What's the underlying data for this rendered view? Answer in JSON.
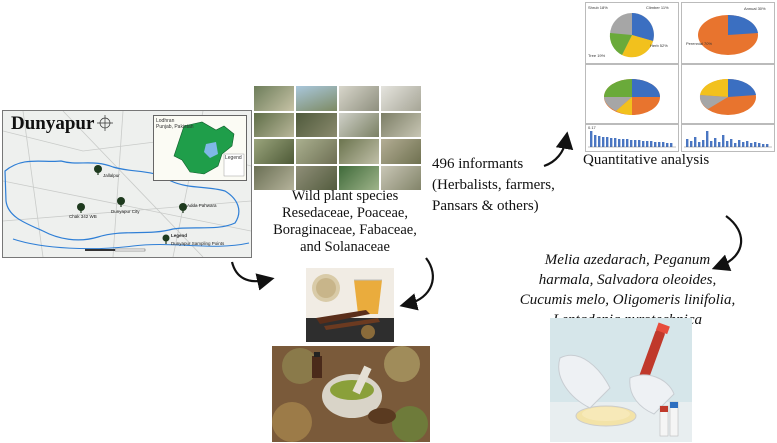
{
  "map": {
    "title": "Dunyapur",
    "inset_title": "Lodhran\nPunjab, Pakistan",
    "inset_legend": "Legend",
    "places": [
      "Jallalpur",
      "Chak 342 WB",
      "Dunyapur City",
      "Adda Pahwara"
    ],
    "legend_title": "Legend",
    "legend_item": "Dunyapur Sampling Points"
  },
  "species_caption": {
    "line1": "Wild plant species",
    "line2": "Resedaceae, Poaceae,",
    "line3": "Boraginaceae, Fabaceae,",
    "line4": "and Solanaceae"
  },
  "informants": {
    "line1": "496 informants",
    "line2": "(Herbalists, farmers,",
    "line3": "Pansars & others)"
  },
  "quantitative": {
    "label": "Quantitative analysis",
    "pie1_labels": [
      "Shrub 18%",
      "Herb 52%",
      "Tree 19%",
      "Climber 11%"
    ],
    "pie2_labels": [
      "Annual 30%",
      "Perennial 70%"
    ],
    "bar_top_value": "0.17"
  },
  "species_list": {
    "line1": "Melia azedarach, Peganum",
    "line2": "harmala, Salvadora oleoides,",
    "line3": "Cucumis melo, Oligomeris linifolia,",
    "line4": "Leptadenia pyrotechnica"
  },
  "colors": {
    "pie_blue": "#3b6fc1",
    "pie_orange": "#e8742e",
    "pie_gray": "#a6a6a6",
    "pie_yellow": "#f2c11d",
    "pie_green": "#6aaa3a",
    "bar_blue": "#4a76c2",
    "river_blue": "#2f7fd6"
  },
  "icons": {
    "arrow": "curved-arrow-icon",
    "compass": "north-arrow-icon",
    "marker": "tree-marker-icon"
  }
}
